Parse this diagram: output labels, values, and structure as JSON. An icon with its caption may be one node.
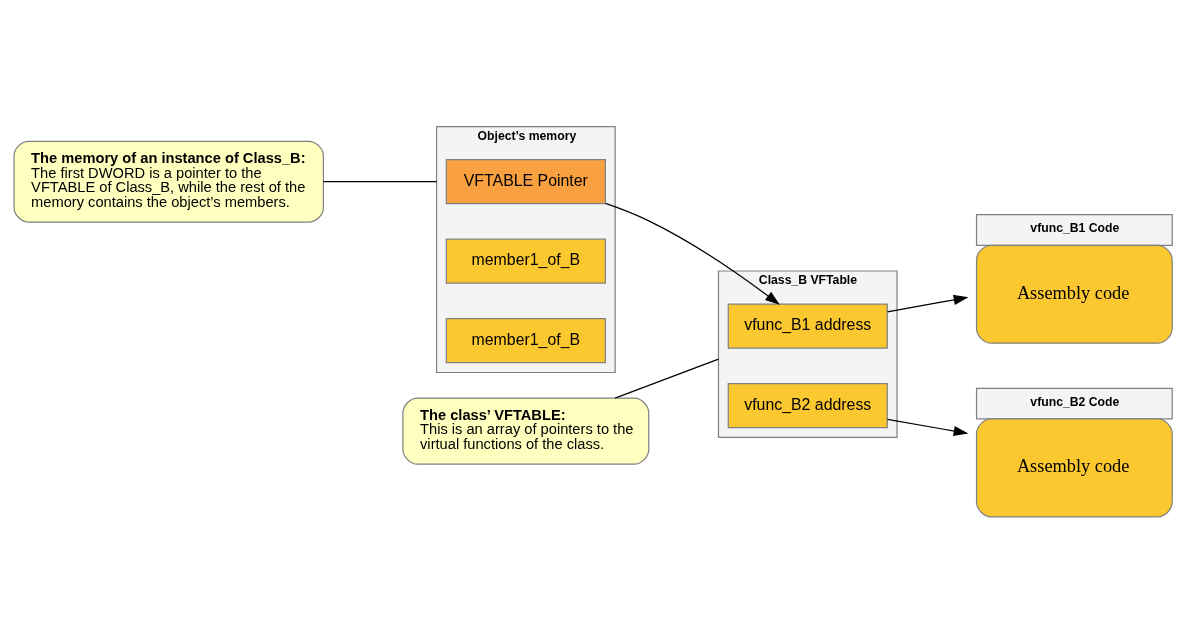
{
  "diagram": {
    "nodes": [
      {
        "text": [
          "The memory of an instance of Class_B:",
          "The first DWORD is a pointer to the VFTABLE of Class_B, while the rest of the memory contains the object’s members."
        ]
      },
      {
        "text": [
          "The class’ VFTABLE:",
          "This is an array of pointers to the virtual functions of the class."
        ]
      },
      {
        "text": [
          "Object’s memory"
        ]
      },
      {
        "text": [
          "VFTABLE Pointer"
        ],
        "in": 2
      },
      {
        "text": [
          "member1_of_B"
        ],
        "in": 2
      },
      {
        "text": [
          "member1_of_B"
        ],
        "in": 2
      },
      {
        "text": [
          "Class_B VFTable"
        ]
      },
      {
        "text": [
          "vfunc_B1 address"
        ],
        "in": 6
      },
      {
        "text": [
          "vfunc_B2 address"
        ],
        "in": 6
      },
      {
        "text": [
          "vfunc_B1 Code",
          "Assembly code"
        ]
      },
      {
        "text": [
          "vfunc_B2 Code",
          "Assembly code"
        ]
      }
    ],
    "edges": [
      {
        "from": 0,
        "to": 2,
        "arrow": "none"
      },
      {
        "from": 1,
        "to": 6,
        "arrow": "none"
      },
      {
        "from": 3,
        "to": 7,
        "arrow": "to"
      },
      {
        "from": 7,
        "to": 9,
        "arrow": "to"
      },
      {
        "from": 8,
        "to": 10,
        "arrow": "to"
      }
    ]
  }
}
